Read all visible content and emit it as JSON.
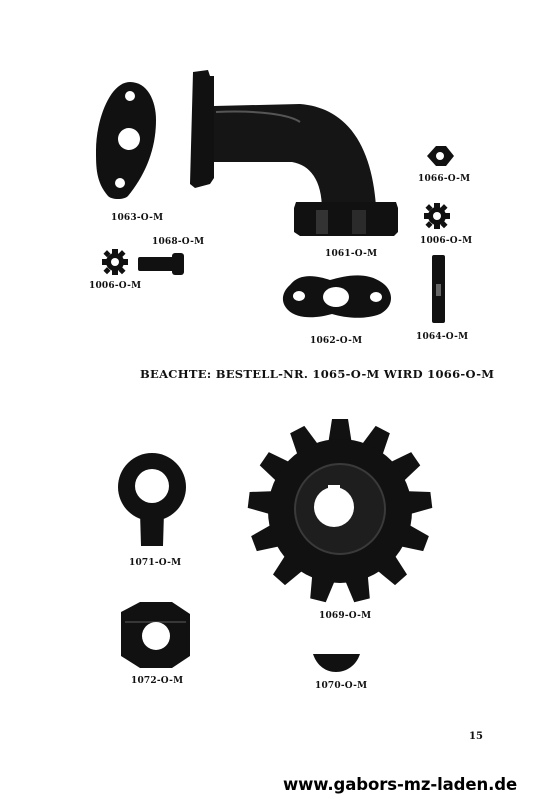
{
  "parts": [
    {
      "id": "flange-gasket",
      "label": "1063-O-M"
    },
    {
      "id": "exhaust-elbow",
      "label": "1061-O-M"
    },
    {
      "id": "hex-nut-small",
      "label": "1066-O-M"
    },
    {
      "id": "lock-washer-right",
      "label": "1006-O-M"
    },
    {
      "id": "bolt",
      "label": "1068-O-M"
    },
    {
      "id": "lock-washer-left",
      "label": "1006-O-M"
    },
    {
      "id": "oval-gasket",
      "label": "1062-O-M"
    },
    {
      "id": "stud",
      "label": "1064-O-M"
    },
    {
      "id": "tab-washer",
      "label": "1071-O-M"
    },
    {
      "id": "sprocket",
      "label": "1069-O-M"
    },
    {
      "id": "hex-nut-large",
      "label": "1072-O-M"
    },
    {
      "id": "woodruff-key",
      "label": "1070-O-M"
    }
  ],
  "note": "BEACHTE: BESTELL-NR. 1065-O-M WIRD 1066-O-M",
  "page_number": "15",
  "website": "www.gabors-mz-laden.de",
  "colors": {
    "ink": "#111111",
    "background": "#ffffff"
  }
}
